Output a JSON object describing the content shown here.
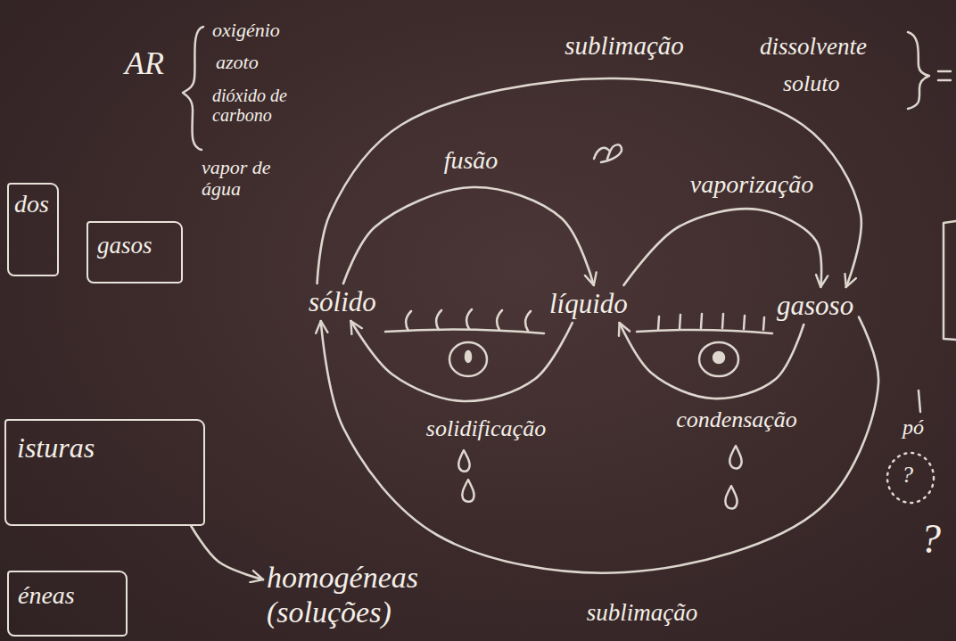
{
  "diagram": {
    "nodes": [
      {
        "text": [
          "dos"
        ]
      },
      {
        "text": [
          "gasos"
        ]
      },
      {
        "text": [
          "sólido"
        ]
      },
      {
        "text": [
          "líquido"
        ]
      },
      {
        "text": [
          "gasoso"
        ]
      },
      {
        "text": [
          "isturas"
        ]
      },
      {
        "text": [
          "homogéneas (soluções)"
        ]
      },
      {
        "text": [
          "éneas"
        ]
      }
    ],
    "edges": [
      {
        "from": 2,
        "to": 3,
        "label": "fusão",
        "arrow": "to"
      },
      {
        "from": 2,
        "to": 4,
        "label": "sublimação",
        "arrow": "to"
      },
      {
        "from": 3,
        "to": 4,
        "label": "vaporização",
        "arrow": "to"
      },
      {
        "from": 3,
        "to": 2,
        "label": "solidificação",
        "arrow": "to"
      },
      {
        "from": 4,
        "to": 3,
        "label": "condensação",
        "arrow": "to"
      },
      {
        "from": 4,
        "to": 2,
        "label": "sublimação",
        "arrow": "to"
      },
      {
        "from": 5,
        "to": 6,
        "arrow": "to"
      }
    ],
    "labels": [
      "AR",
      "oxigénio",
      "azoto",
      "dióxido de carbono",
      "vapor de água",
      "dissolvente",
      "soluto",
      "pó",
      "?",
      "?"
    ]
  }
}
